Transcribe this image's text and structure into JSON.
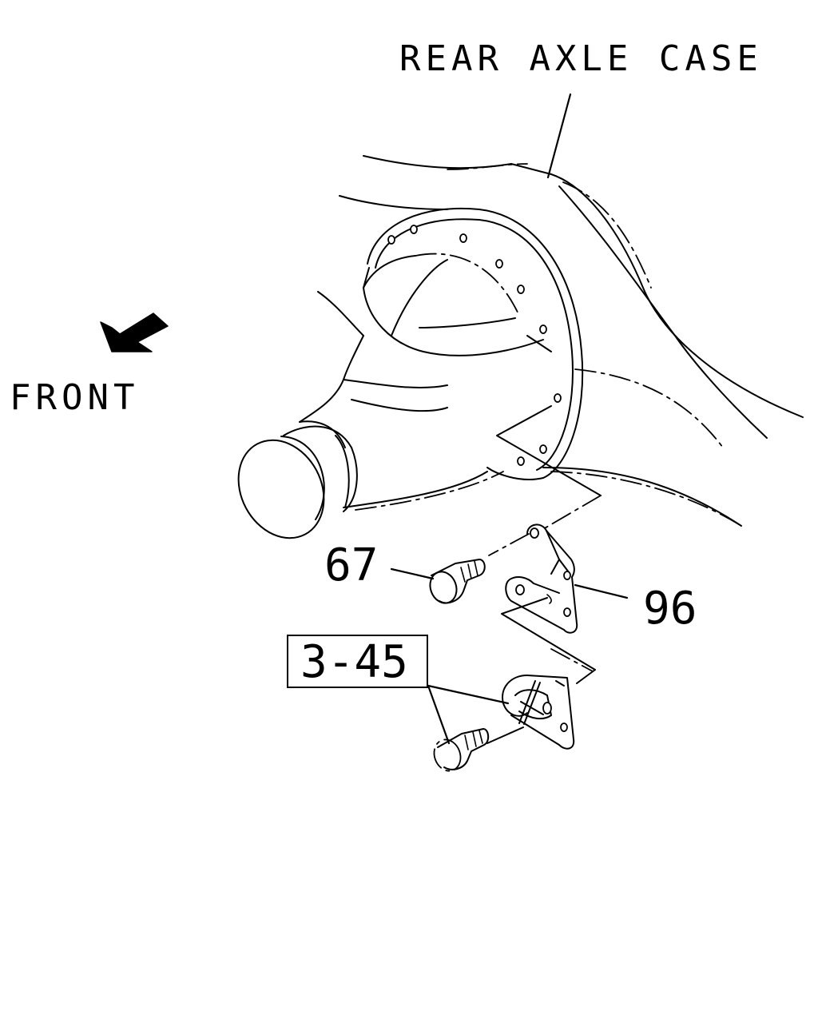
{
  "labels": {
    "rear_axle_case": "REAR AXLE CASE",
    "front": "FRONT",
    "part_67": "67",
    "part_96": "96",
    "ref_3_45": "3-45"
  },
  "colors": {
    "ink": "#000000",
    "paper": "#ffffff"
  },
  "icons": {
    "front_direction": "arrow-down-left-icon"
  }
}
